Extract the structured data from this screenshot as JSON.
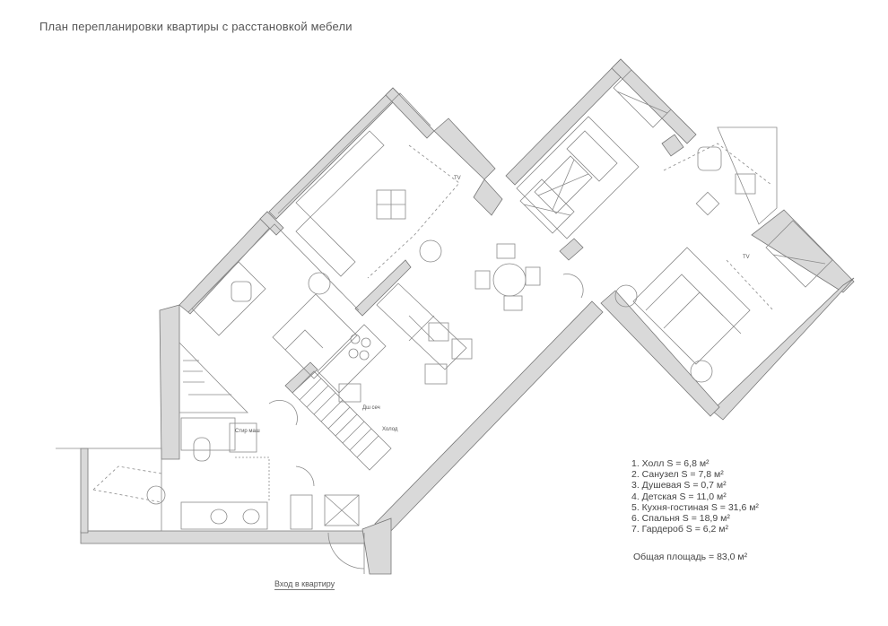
{
  "title": "План перепланировки квартиры с расстановкой мебели",
  "rooms": [
    "1. Холл S = 6,8 м²",
    "2. Санузел S = 7,8 м²",
    "3. Душевая S = 0,7 м²",
    "4. Детская S = 11,0 м²",
    "5. Кухня-гостиная S = 31,6 м²",
    "6. Спальня  S = 18,9 м²",
    "7. Гардероб  S = 6,2 м²"
  ],
  "total_area": "Общая площадь = 83,0 м²",
  "entrance_label": "Вход в квартиру",
  "labels": {
    "tv_1": "TV",
    "tv_2": "TV",
    "dishwasher": "Дш сеч",
    "fridge": "Холод",
    "washer": "Стир маш"
  },
  "colors": {
    "wall": "#d9d9d9",
    "wall_outline": "#777777",
    "line": "#8a8a8a",
    "text": "#555555"
  }
}
